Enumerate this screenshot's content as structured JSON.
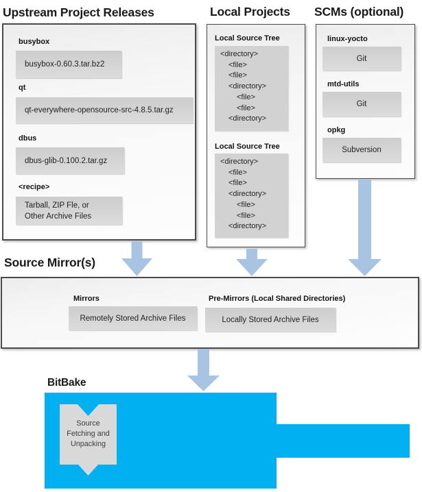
{
  "headings": {
    "upstream": "Upstream Project Releases",
    "local": "Local Projects",
    "scms": "SCMs (optional)",
    "source_mirrors": "Source Mirror(s)",
    "bitbake": "BitBake"
  },
  "upstream": {
    "items": [
      {
        "label": "busybox",
        "file": "busybox-0.60.3.tar.bz2"
      },
      {
        "label": "qt",
        "file": "qt-everywhere-opensource-src-4.8.5.tar.gz"
      },
      {
        "label": "dbus",
        "file": "dbus-glib-0.100.2.tar.gz"
      },
      {
        "label": "<recipe>",
        "file_line1": "Tarball, ZIP Fle, or",
        "file_line2": "Other Archive Files"
      }
    ]
  },
  "local_projects": {
    "sections": [
      {
        "title": "Local Source Tree",
        "lines": [
          "<directory>",
          "<file>",
          "<file>",
          "<directory>",
          "<file>",
          "<file>",
          "<directory>"
        ]
      },
      {
        "title": "Local Source Tree",
        "lines": [
          "<directory>",
          "<file>",
          "<file>",
          "<directory>",
          "<file>",
          "<file>",
          "<directory>"
        ]
      }
    ]
  },
  "scms": {
    "items": [
      {
        "label": "linux-yocto",
        "tool": "Git"
      },
      {
        "label": "mtd-utils",
        "tool": "Git"
      },
      {
        "label": "opkg",
        "tool": "Subversion"
      }
    ]
  },
  "source_mirrors": {
    "mirrors_label": "Mirrors",
    "mirrors_box": "Remotely Stored Archive Files",
    "premirrors_label": "Pre-Mirrors (Local Shared Directories)",
    "premirrors_box": "Locally Stored Archive Files"
  },
  "bitbake": {
    "process_line1": "Source",
    "process_line2": "Fetching and",
    "process_line3": "Unpacking"
  },
  "colors": {
    "bitbake_blue": "#00b0f0",
    "arrow_blue": "#a9c4e2",
    "box_gray": "#d9d9d9"
  }
}
